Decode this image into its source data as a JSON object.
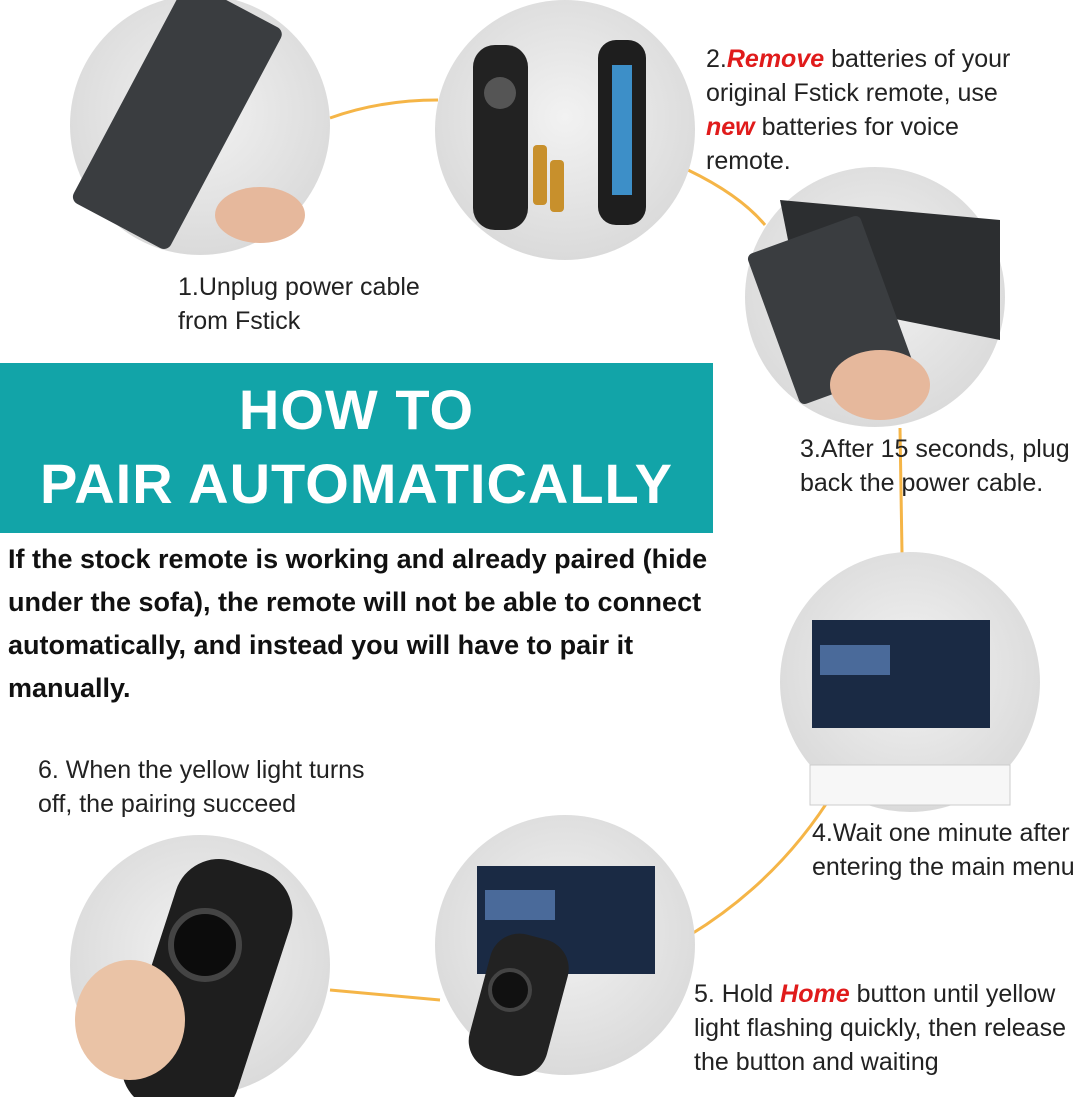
{
  "banner": {
    "line1": "HOW TO",
    "line2": "PAIR AUTOMATICALLY",
    "color": "#12a4a8"
  },
  "note": "If the stock remote is working and already paired (hide under the sofa), the remote will not be able to connect automatically, and instead you will have to pair it manually.",
  "steps": {
    "s1": {
      "line1": "1.Unplug power cable",
      "line2": "from Fstick"
    },
    "s2": {
      "prefix": "2.",
      "em1": "Remove",
      "mid1": " batteries of your original Fstick remote, use ",
      "em2": "new",
      "rest": " batteries for voice remote."
    },
    "s3": {
      "line1": "3.After 15 seconds, plug",
      "line2": "back the power cable."
    },
    "s4": {
      "line1": "4.Wait one minute after",
      "line2": "entering the main menu"
    },
    "s5": {
      "prefix": "5. Hold ",
      "em": "Home",
      "rest": " button until yellow light flashing quickly, then release the button and waiting"
    },
    "s6": {
      "line1": "6. When the yellow light turns",
      "line2": "off, the pairing succeed"
    }
  },
  "colors": {
    "accent": "#e01b1b",
    "connector": "#f5b547"
  }
}
